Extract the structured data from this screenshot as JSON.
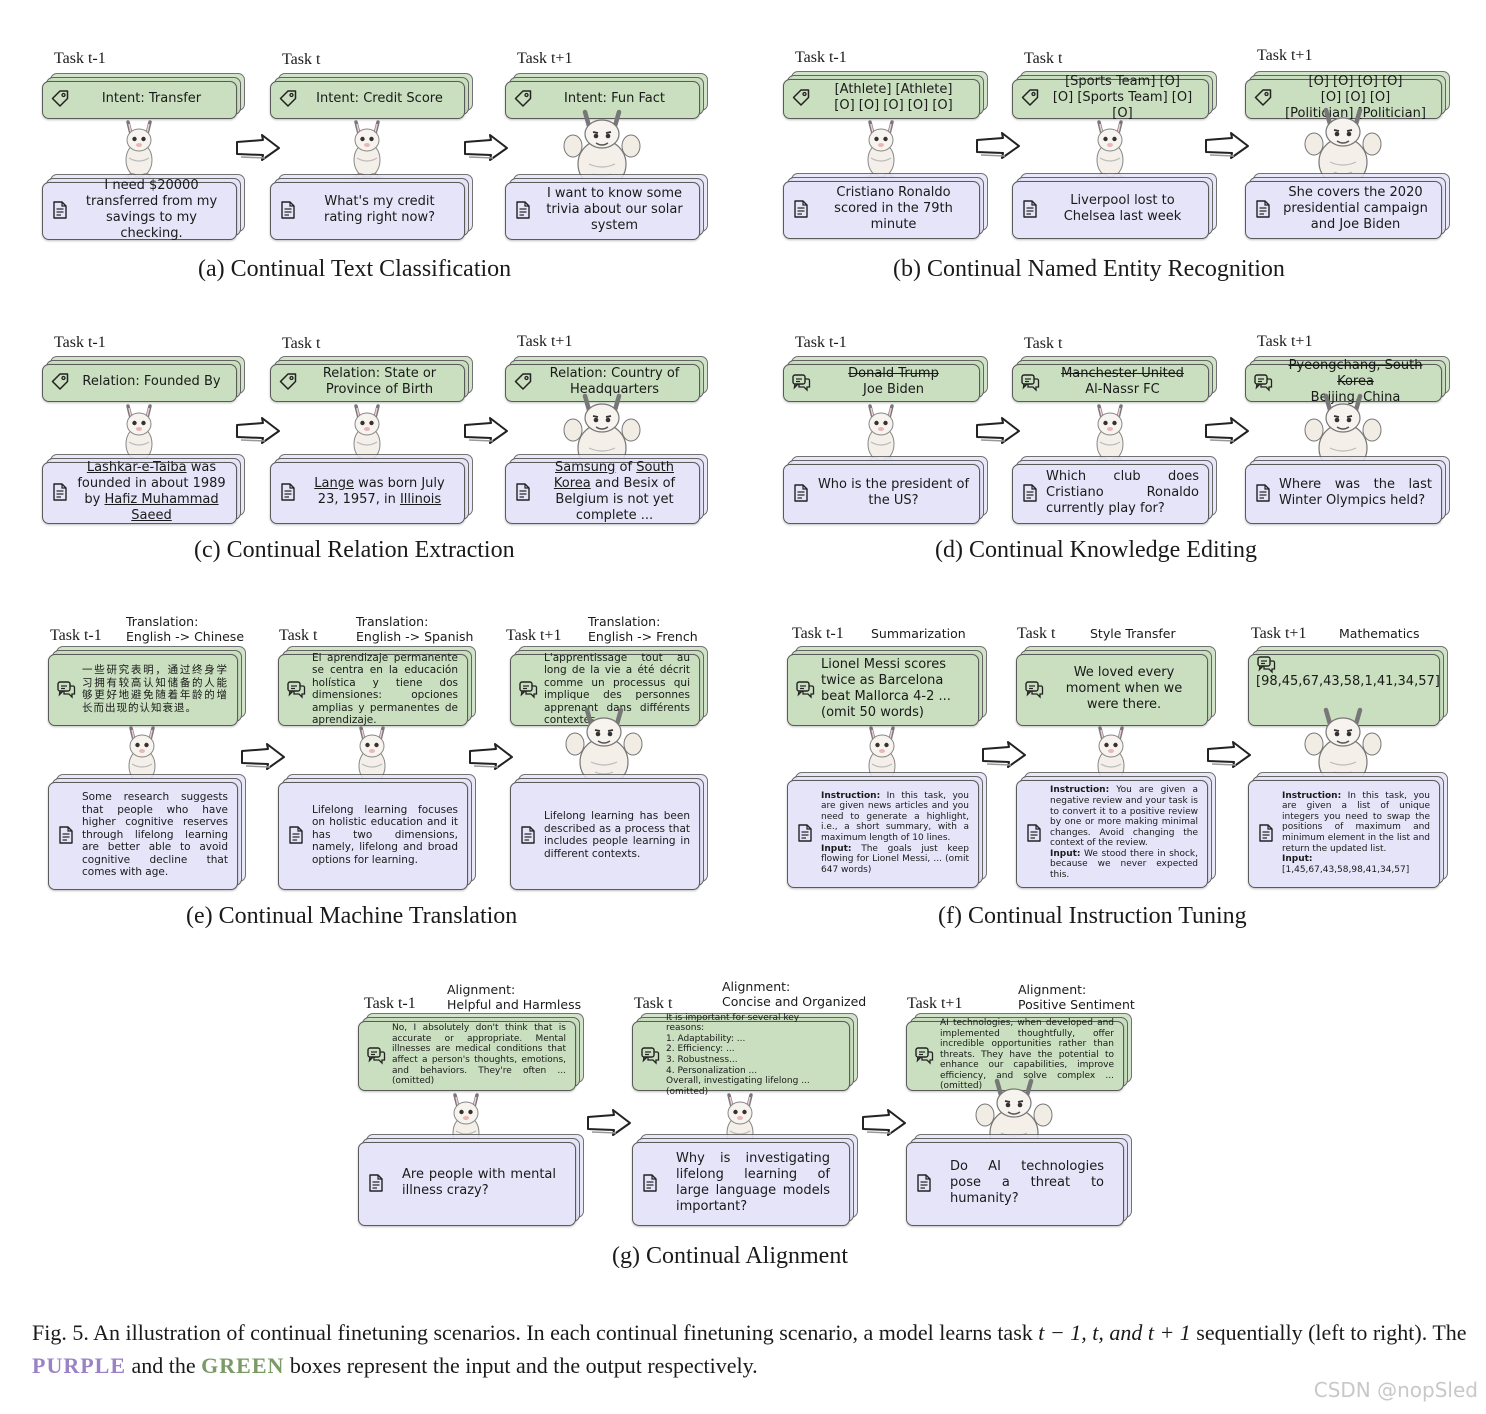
{
  "panels": {
    "a": {
      "caption": "(a) Continual Text Classification",
      "tasks": [
        {
          "label": "Task t-1",
          "output": "Intent: Transfer",
          "input": "I need $20000 transferred from my savings to my checking."
        },
        {
          "label": "Task t",
          "output": "Intent: Credit Score",
          "input": "What's my credit rating right now?"
        },
        {
          "label": "Task t+1",
          "output": "Intent: Fun Fact",
          "input": "I want to know some trivia about our solar system"
        }
      ]
    },
    "b": {
      "caption": "(b) Continual Named Entity Recognition",
      "tasks": [
        {
          "label": "Task t-1",
          "output_l1": "[Athlete] [Athlete]",
          "output_l2": "[O] [O] [O] [O] [O]",
          "input": "Cristiano Ronaldo scored in the 79th minute"
        },
        {
          "label": "Task t",
          "output_l1": "[Sports Team] [O]",
          "output_l2": "[O] [Sports Team] [O] [O]",
          "input": "Liverpool lost to Chelsea last week"
        },
        {
          "label": "Task t+1",
          "output_l1": "[O] [O] [O] [O]",
          "output_l2": "[O] [O] [O]",
          "output_l3": "[Politician] [Politician]",
          "input": "She covers the 2020 presidential campaign and Joe Biden"
        }
      ]
    },
    "c": {
      "caption": "(c) Continual Relation Extraction",
      "tasks": [
        {
          "label": "Task t-1",
          "output": "Relation: Founded By",
          "input_e1": "Lashkar-e-Taiba",
          "input_m1": " was founded in about 1989 by ",
          "input_e2": "Hafiz Muhammad Saeed"
        },
        {
          "label": "Task t",
          "output": "Relation: State or Province of Birth",
          "input_e1": "Lange",
          "input_m1": " was born July 23, 1957, in ",
          "input_e2": "Illinois"
        },
        {
          "label": "Task t+1",
          "output": "Relation: Country of Headquarters",
          "input_e1": "Samsung",
          "input_m1": " of ",
          "input_e2": "South Korea",
          "input_m2": " and Besix of Belgium is not yet complete ..."
        }
      ]
    },
    "d": {
      "caption": "(d) Continual Knowledge Editing",
      "tasks": [
        {
          "label": "Task t-1",
          "old": "Donald Trump",
          "new": "Joe Biden",
          "input": "Who is the president of the US?"
        },
        {
          "label": "Task t",
          "old": "Manchester United",
          "new": "Al-Nassr FC",
          "input": "Which club does Cristiano Ronaldo currently play for?"
        },
        {
          "label": "Task t+1",
          "old": "Pyeongchang, South Korea",
          "new": "Beijing, China",
          "input": "Where was the last Winter Olympics held?"
        }
      ]
    },
    "e": {
      "caption": "(e) Continual Machine Translation",
      "tasks": [
        {
          "label": "Task t-1",
          "sub1": "Translation:",
          "sub2": "English -> Chinese",
          "output": "一些研究表明，通过终身学习拥有较高认知储备的人能够更好地避免随着年龄的增长而出现的认知衰退。",
          "input": "Some research suggests that people who have higher cognitive reserves through lifelong learning are better able to avoid cognitive decline that comes with age."
        },
        {
          "label": "Task t",
          "sub1": "Translation:",
          "sub2": "English -> Spanish",
          "output": "El aprendizaje permanente se centra en la educación holística y tiene dos dimensiones: opciones amplias y permanentes de aprendizaje.",
          "input": "Lifelong learning focuses on holistic education and it has two dimensions, namely, lifelong and broad options for learning."
        },
        {
          "label": "Task t+1",
          "sub1": "Translation:",
          "sub2": "English -> French",
          "output": "L'apprentissage tout au long de la vie a été décrit comme un processus qui implique des personnes apprenant dans différents contextes.",
          "input": "Lifelong learning has been described as a process that includes people learning in different contexts."
        }
      ]
    },
    "f": {
      "caption": "(f) Continual Instruction Tuning",
      "tasks": [
        {
          "label": "Task t-1",
          "sub": "Summarization",
          "output": "Lionel Messi scores twice as Barcelona beat Mallorca 4-2 ... (omit 50 words)",
          "instr_k": "Instruction:",
          "instr": " In this task, you are given news articles and you need to generate a highlight, i.e., a short summary, with a maximum length of 10 lines.",
          "inp_k": "Input:",
          "inp": " The goals just keep flowing for Lionel Messi, ... (omit 647 words)"
        },
        {
          "label": "Task t",
          "sub": "Style Transfer",
          "output": "We loved every moment when we were there.",
          "instr_k": "Instruction:",
          "instr": " You are given a negative review and your task is to convert it to a positive review by one or more making minimal changes. Avoid changing the context of the review.",
          "inp_k": "Input:",
          "inp": " We stood there in shock, because we never expected this."
        },
        {
          "label": "Task t+1",
          "sub": "Mathematics",
          "output": "[98,45,67,43,58,1,41,34,57]",
          "instr_k": "Instruction:",
          "instr": " In this task, you are given a list of unique integers you need to swap the positions of maximum and minimum element in the list and return the updated list.",
          "inp_k": "Input:",
          "inp": " [1,45,67,43,58,98,41,34,57]"
        }
      ]
    },
    "g": {
      "caption": "(g) Continual Alignment",
      "tasks": [
        {
          "label": "Task t-1",
          "sub1": "Alignment:",
          "sub2": "Helpful and Harmless",
          "output": "No, I absolutely don't think that is accurate or appropriate. Mental illnesses are medical conditions that affect a person's thoughts, emotions, and behaviors. They're often ... (omitted)",
          "input": "Are people with mental illness crazy?"
        },
        {
          "label": "Task t",
          "sub1": "Alignment:",
          "sub2": "Concise and Organized",
          "out_l1": "It is important for several key reasons:",
          "out_l2": "1.    Adaptability: ...",
          "out_l3": "2.    Efficiency: ...",
          "out_l4": "3.    Robustness...",
          "out_l5": "4.    Personalization ...",
          "out_l6": "Overall, investigating lifelong ... (omitted)",
          "input": "Why is investigating lifelong learning of large language models important?"
        },
        {
          "label": "Task t+1",
          "sub1": "Alignment:",
          "sub2": "Positive Sentiment",
          "output": "AI technologies, when developed and implemented thoughtfully, offer incredible opportunities rather than threats. They have the potential to enhance our capabilities, improve efficiency, and solve complex ... (omitted)",
          "input": "Do AI technologies pose a threat to humanity?"
        }
      ]
    }
  },
  "figure_caption": {
    "prefix": "Fig. 5.  An illustration of continual finetuning scenarios. In each continual finetuning scenario, a model learns task ",
    "math": "t − 1, t, and t + 1",
    "mid1": " sequentially (left to right). The ",
    "purple": "PURPLE",
    "mid2": " and the ",
    "green": "GREEN",
    "suffix": " boxes represent the input and the output respectively."
  },
  "watermark": "CSDN @nopSled",
  "colors": {
    "output_box": "#c9dfbf",
    "input_box": "#e6e4f8",
    "purple_text": "#9b82c6",
    "green_text": "#7a9a66"
  },
  "icons": {
    "output_tag": "tag-icon",
    "output_chat": "chat-icon",
    "input": "document-icon",
    "arrow": "arrow-right-icon",
    "mascot": "llama-mascot-icon"
  }
}
